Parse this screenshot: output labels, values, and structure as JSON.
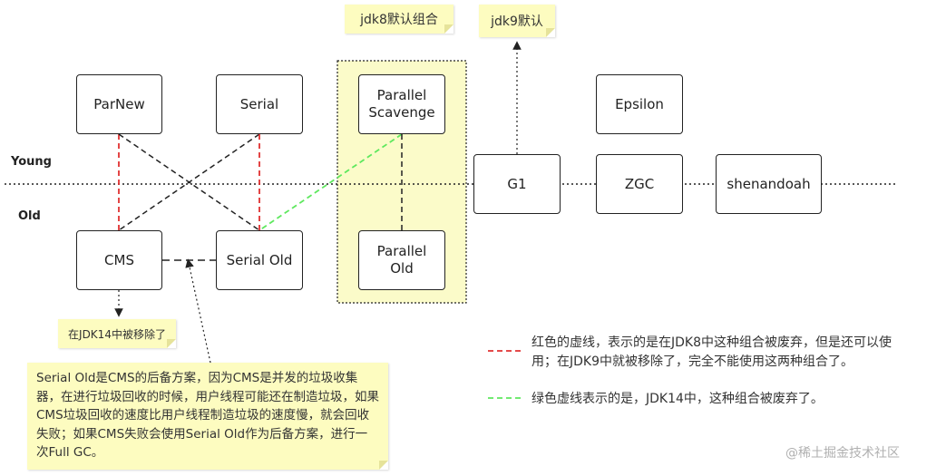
{
  "layers": {
    "young": "Young",
    "old": "Old"
  },
  "nodes": {
    "parnew": "ParNew",
    "serial": "Serial",
    "parallel_scavenge": "Parallel\nScavenge",
    "epsilon": "Epsilon",
    "g1": "G1",
    "zgc": "ZGC",
    "shenandoah": "shenandoah",
    "cms": "CMS",
    "serial_old": "Serial Old",
    "parallel_old": "Parallel\nOld"
  },
  "notes": {
    "jdk8_default": "jdk8默认组合",
    "jdk9_default": "jdk9默认",
    "cms_removed": "在JDK14中被移除了",
    "serial_old_backup": "Serial Old是CMS的后备方案，因为CMS是并发的垃圾收集器，在进行垃圾回收的时候，用户线程可能还在制造垃圾，如果CMS垃圾回收的速度比用户线程制造垃圾的速度慢，就会回收失败；如果CMS失败会使用Serial Old作为后备方案，进行一次Full GC。"
  },
  "legend": {
    "red": "红色的虚线，表示的是在JDK8中这种组合被废弃，但是还可以使用；在JDK9中就被移除了，完全不能使用这两种组合了。",
    "green": "绿色虚线表示的是，JDK14中，这种组合被废弃了。"
  },
  "colors": {
    "red_dash": "#e03131",
    "green_dash": "#5ee85e",
    "black_dash": "#222222",
    "note_bg": "#fdfcc0",
    "group_bg": "#fbfbc9"
  },
  "watermark": "@稀土掘金技术社区"
}
